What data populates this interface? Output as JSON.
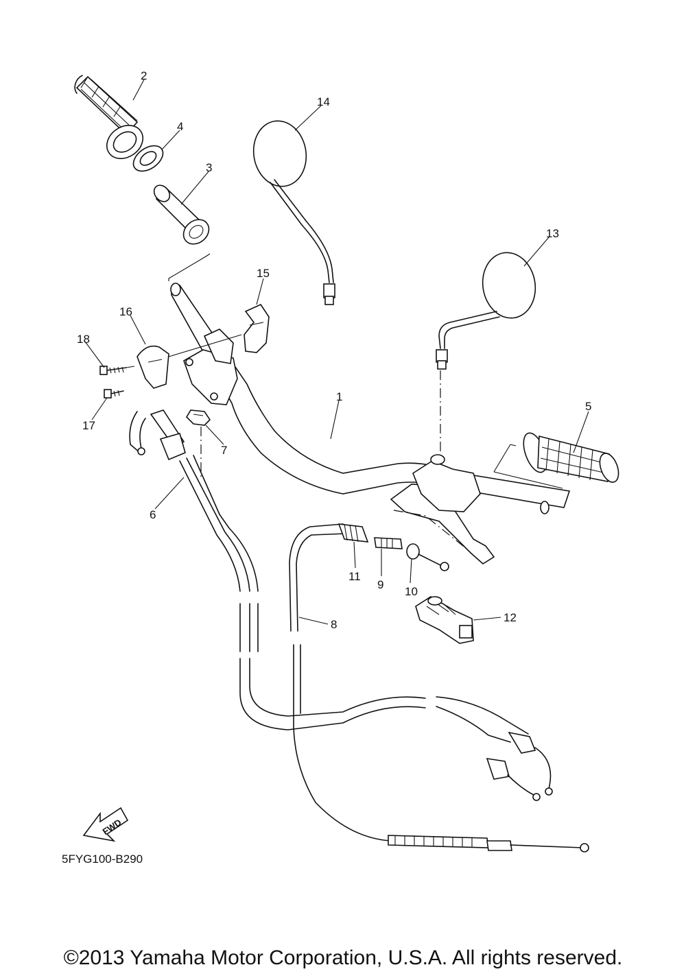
{
  "diagram": {
    "callouts": [
      {
        "id": "1",
        "text": "1"
      },
      {
        "id": "2",
        "text": "2"
      },
      {
        "id": "3",
        "text": "3"
      },
      {
        "id": "4",
        "text": "4"
      },
      {
        "id": "5",
        "text": "5"
      },
      {
        "id": "6",
        "text": "6"
      },
      {
        "id": "7",
        "text": "7"
      },
      {
        "id": "8",
        "text": "8"
      },
      {
        "id": "9",
        "text": "9"
      },
      {
        "id": "10",
        "text": "10"
      },
      {
        "id": "11",
        "text": "11"
      },
      {
        "id": "12",
        "text": "12"
      },
      {
        "id": "13",
        "text": "13"
      },
      {
        "id": "14",
        "text": "14"
      },
      {
        "id": "15",
        "text": "15"
      },
      {
        "id": "16",
        "text": "16"
      },
      {
        "id": "17",
        "text": "17"
      },
      {
        "id": "18",
        "text": "18"
      }
    ],
    "fwd_arrow_label": "FWD",
    "diagram_code": "5FYG100-B290"
  },
  "footer": {
    "copyright": "©2013 Yamaha Motor Corporation, U.S.A. All rights reserved."
  }
}
